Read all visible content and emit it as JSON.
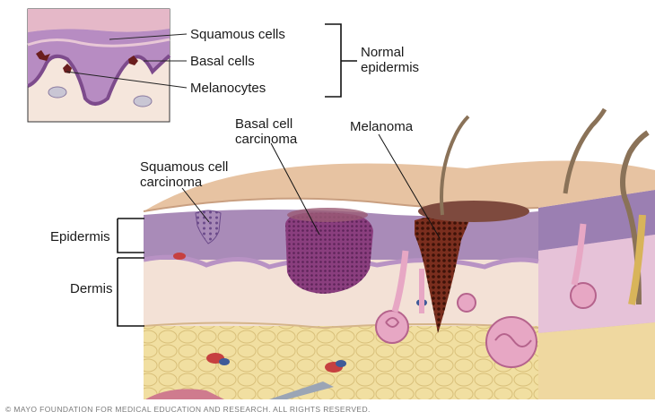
{
  "inset": {
    "labels": {
      "squamous_cells": "Squamous cells",
      "basal_cells": "Basal cells",
      "melanocytes": "Melanocytes",
      "normal_epidermis": "Normal epidermis"
    }
  },
  "main": {
    "labels": {
      "basal_cell_carcinoma": "Basal cell carcinoma",
      "melanoma": "Melanoma",
      "squamous_cell_carcinoma": "Squamous cell carcinoma",
      "epidermis": "Epidermis",
      "dermis": "Dermis"
    }
  },
  "copyright": "© MAYO FOUNDATION FOR MEDICAL EDUCATION AND RESEARCH. ALL RIGHTS RESERVED.",
  "colors": {
    "epidermis_top": "#e8c4a6",
    "epidermis_purple": "#a98bb8",
    "dermis": "#f3e1d6",
    "fat": "#f1dfa1",
    "basal_tumor": "#8a3e7e",
    "melanoma": "#7a2e1e"
  }
}
